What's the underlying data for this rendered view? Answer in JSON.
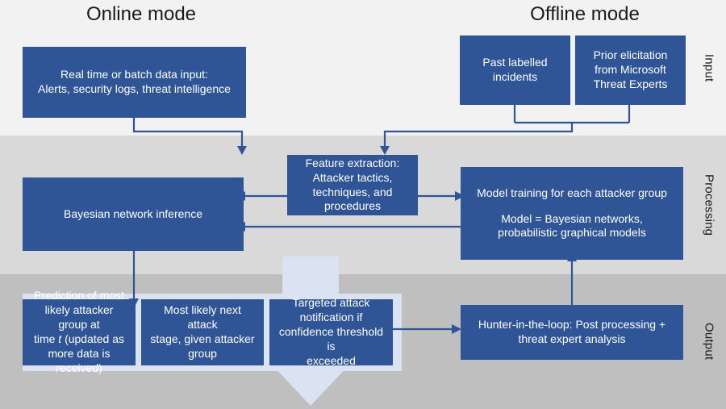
{
  "diagram": {
    "title_online": "Online mode",
    "title_offline": "Offline mode",
    "accent_blue": "#2f5597",
    "pale_blue": "#dbe3f2",
    "bands": [
      {
        "key": "input",
        "label": "Input",
        "color": "#f2f2f2"
      },
      {
        "key": "processing",
        "label": "Processing",
        "color": "#d9d9d9"
      },
      {
        "key": "output",
        "label": "Output",
        "color": "#bfbfbf"
      }
    ],
    "boxes": {
      "data_input": "Real time or batch data input:\nAlerts, security logs, threat intelligence",
      "past_incidents": "Past labelled\nincidents",
      "prior_elicitation": "Prior elicitation\nfrom Microsoft\nThreat Experts",
      "feature_extraction": "Feature extraction:\nAttacker tactics,\ntechniques, and\nprocedures",
      "bayesian_inference": "Bayesian network inference",
      "model_training_line1": "Model training for each attacker group",
      "model_training_line2": "Model = Bayesian networks,\nprobabilistic graphical models",
      "prediction_group_a": "Prediction of most\nlikely attacker group at\ntime ",
      "prediction_group_italic": "t",
      "prediction_group_b": " (updated as\nmore data is received)",
      "next_stage": "Most likely next attack\nstage, given attacker\ngroup",
      "targeted_notification": "Targeted attack\nnotification if\nconfidence threshold is\nexceeded",
      "hunter_in_the_loop": "Hunter-in-the-loop: Post processing +\nthreat expert analysis"
    }
  }
}
